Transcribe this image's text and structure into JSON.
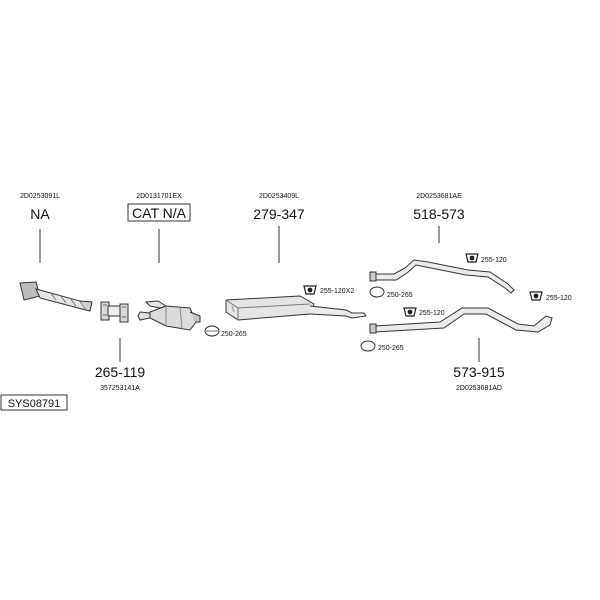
{
  "system_code": "SYS08791",
  "parts": {
    "flex_pipe": {
      "ref": "2D0253091L",
      "number": "NA"
    },
    "catalyst": {
      "ref": "2D0131701EX",
      "number": "CAT N/A"
    },
    "middle_silencer": {
      "ref": "2D0253409L",
      "number": "279-347"
    },
    "rear_pipe_upper": {
      "ref": "2D0253681AE",
      "number": "518-573"
    },
    "connector_pipe": {
      "ref": "357253141A",
      "number": "265-119"
    },
    "rear_pipe_lower": {
      "ref": "2D0253681AD",
      "number": "573-915"
    }
  },
  "fittings": {
    "clamp_cat": "250-265",
    "hanger_silencer": "255-120X2",
    "clamp_upper": "250-265",
    "hanger_upper_1": "255-120",
    "hanger_upper_2": "255-120",
    "hanger_lower": "255-120",
    "clamp_lower": "250-265"
  }
}
